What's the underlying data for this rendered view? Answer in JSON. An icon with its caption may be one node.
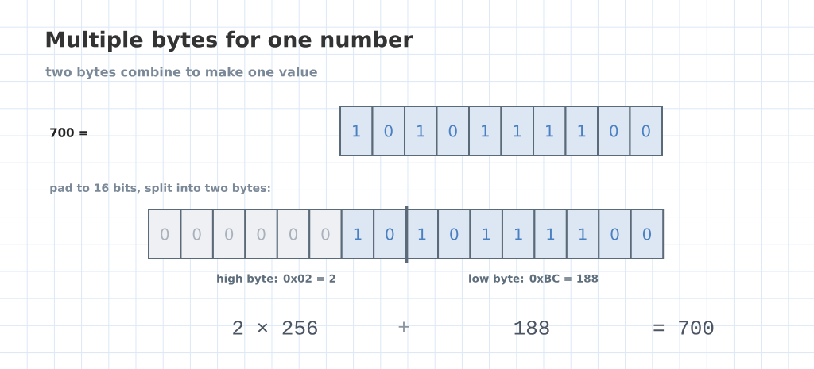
{
  "diagram": {
    "title": "Multiple bytes for one number",
    "nodes": [
      {
        "text": [
          "1"
        ]
      },
      {
        "text": [
          "0"
        ]
      },
      {
        "text": [
          "1"
        ]
      },
      {
        "text": [
          "0"
        ]
      },
      {
        "text": [
          "1"
        ]
      },
      {
        "text": [
          "1"
        ]
      },
      {
        "text": [
          "1"
        ]
      },
      {
        "text": [
          "1"
        ]
      },
      {
        "text": [
          "0"
        ]
      },
      {
        "text": [
          "0"
        ]
      },
      {
        "text": [
          "0"
        ]
      },
      {
        "text": [
          "0"
        ]
      },
      {
        "text": [
          "0"
        ]
      },
      {
        "text": [
          "0"
        ]
      },
      {
        "text": [
          "0"
        ]
      },
      {
        "text": [
          "0"
        ]
      },
      {
        "text": [
          "1"
        ]
      },
      {
        "text": [
          "0"
        ]
      },
      {
        "text": [
          "1"
        ]
      },
      {
        "text": [
          "0"
        ]
      },
      {
        "text": [
          "1"
        ]
      },
      {
        "text": [
          "1"
        ]
      },
      {
        "text": [
          "1"
        ]
      },
      {
        "text": [
          "1"
        ]
      },
      {
        "text": [
          "0"
        ]
      },
      {
        "text": [
          "0"
        ]
      }
    ],
    "labels": [
      "two bytes combine to make one value",
      "700 =",
      "pad to 16 bits, split into two bytes:",
      "high byte: 0x02 = 2",
      "low byte: 0xBC = 188",
      "2 × 256",
      "+",
      "188",
      "= 700"
    ]
  }
}
